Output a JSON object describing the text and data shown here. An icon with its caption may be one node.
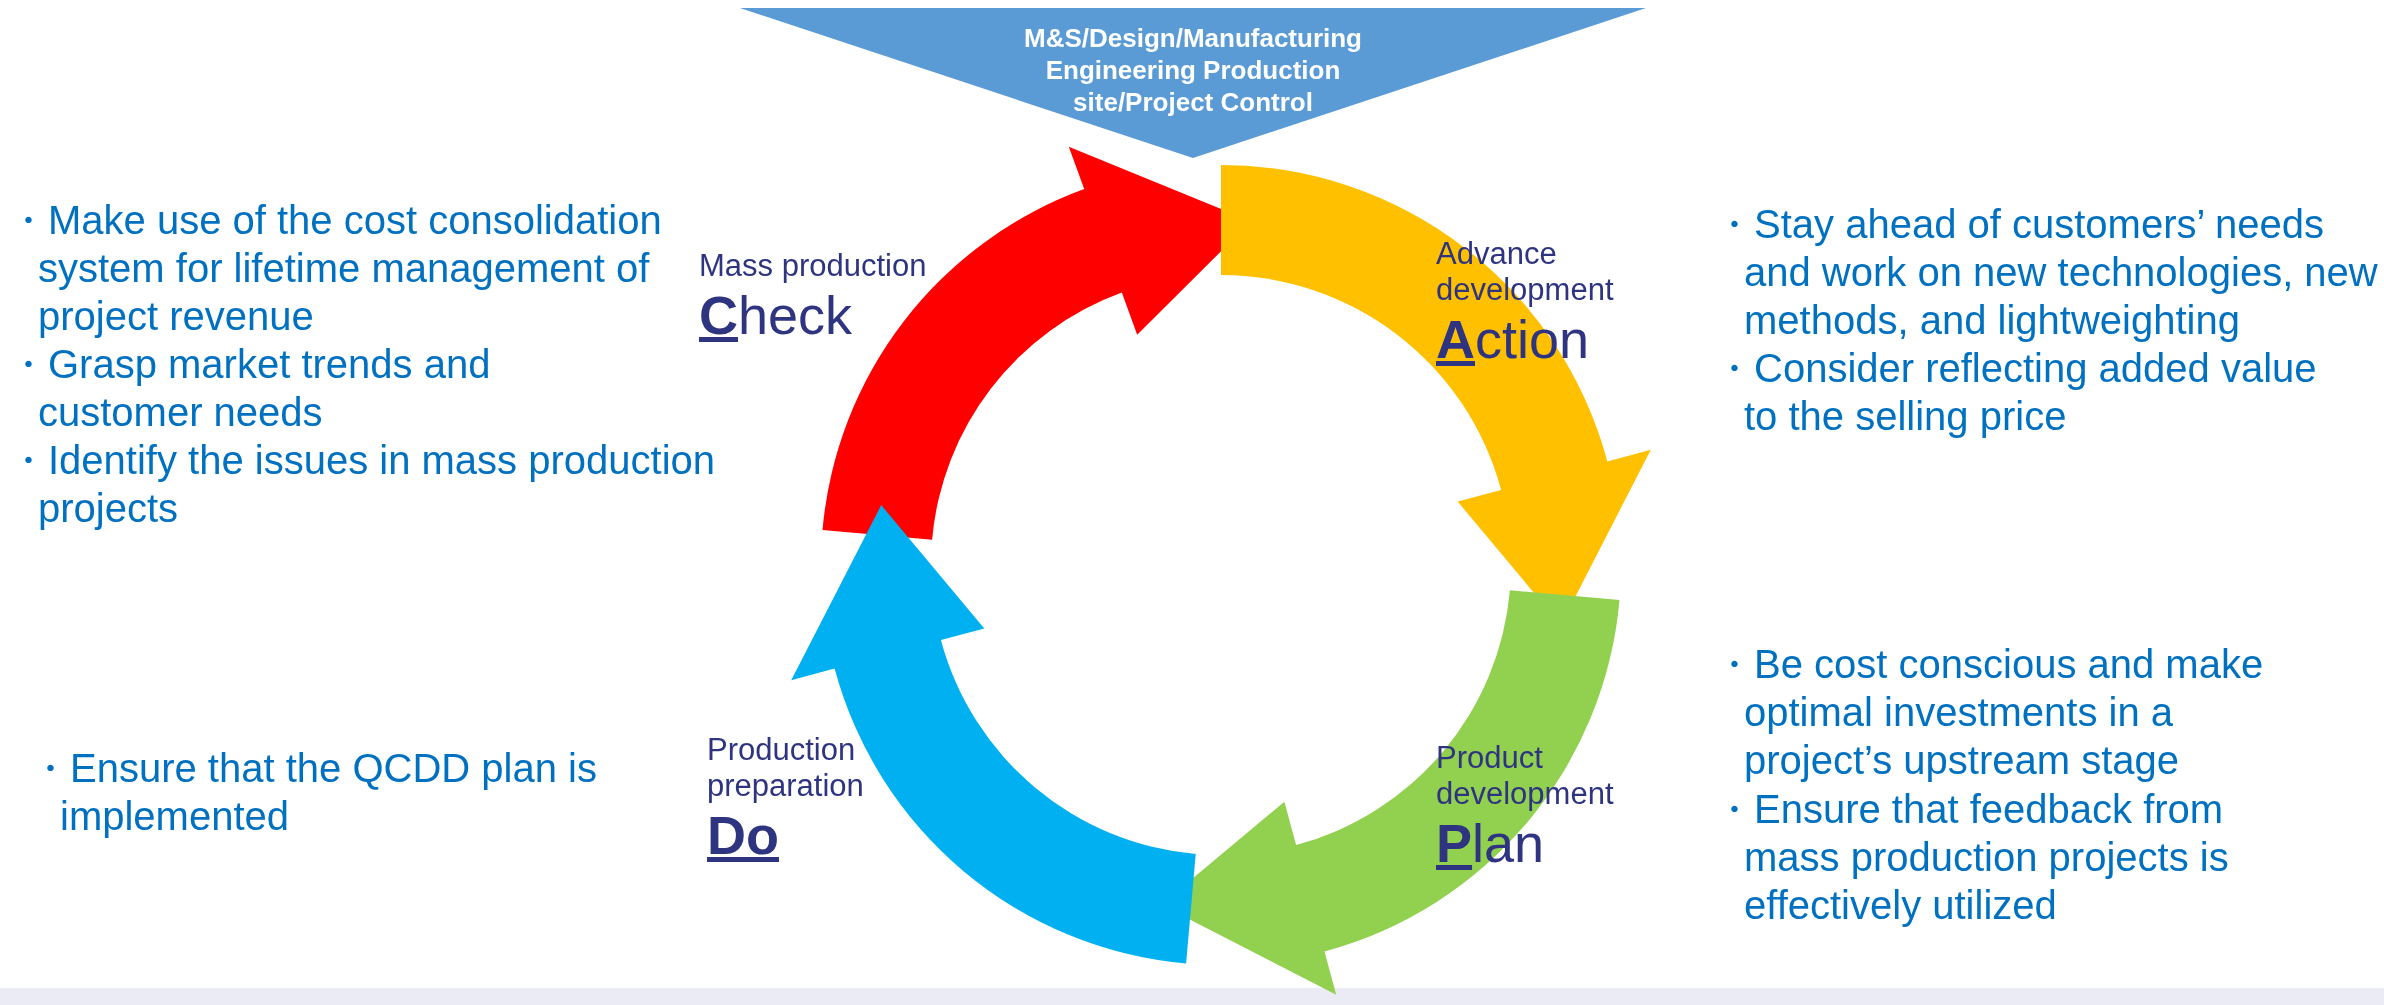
{
  "diagram": {
    "nodes": [
      {
        "text": [
          "M&S/Design/Manufacturing Engineering Production site/Project Control"
        ]
      },
      {
        "text": [
          "Mass production",
          "**C**heck"
        ]
      },
      {
        "text": [
          "Advance development",
          "**A**ction"
        ]
      },
      {
        "text": [
          "Production preparation",
          "**Do**"
        ]
      },
      {
        "text": [
          "Product development",
          "**P**lan"
        ]
      }
    ],
    "edges": [
      {
        "from": 1,
        "to": 2,
        "arrow": "to",
        "style": "thick",
        "color": "#ff0000"
      },
      {
        "from": 2,
        "to": 4,
        "arrow": "to",
        "style": "thick",
        "color": "#ffc000"
      },
      {
        "from": 4,
        "to": 3,
        "arrow": "to",
        "style": "thick",
        "color": "#92d050"
      },
      {
        "from": 3,
        "to": 1,
        "arrow": "to",
        "style": "thick",
        "color": "#00b0f0"
      }
    ],
    "labels": [
      "・Make use of the cost consolidation system for lifetime management of project revenue",
      "・Grasp market trends and customer needs",
      "・Identify the issues in mass production projects",
      "・Stay ahead of customers’ needs and work on new technologies, new methods, and lightweighting",
      "・Consider reflecting added value to the selling price",
      "・Be cost conscious and make optimal investments in a project’s upstream stage",
      "・Ensure that feedback from mass production projects is effectively utilized",
      "・Ensure that the QCDD plan is implemented"
    ]
  }
}
